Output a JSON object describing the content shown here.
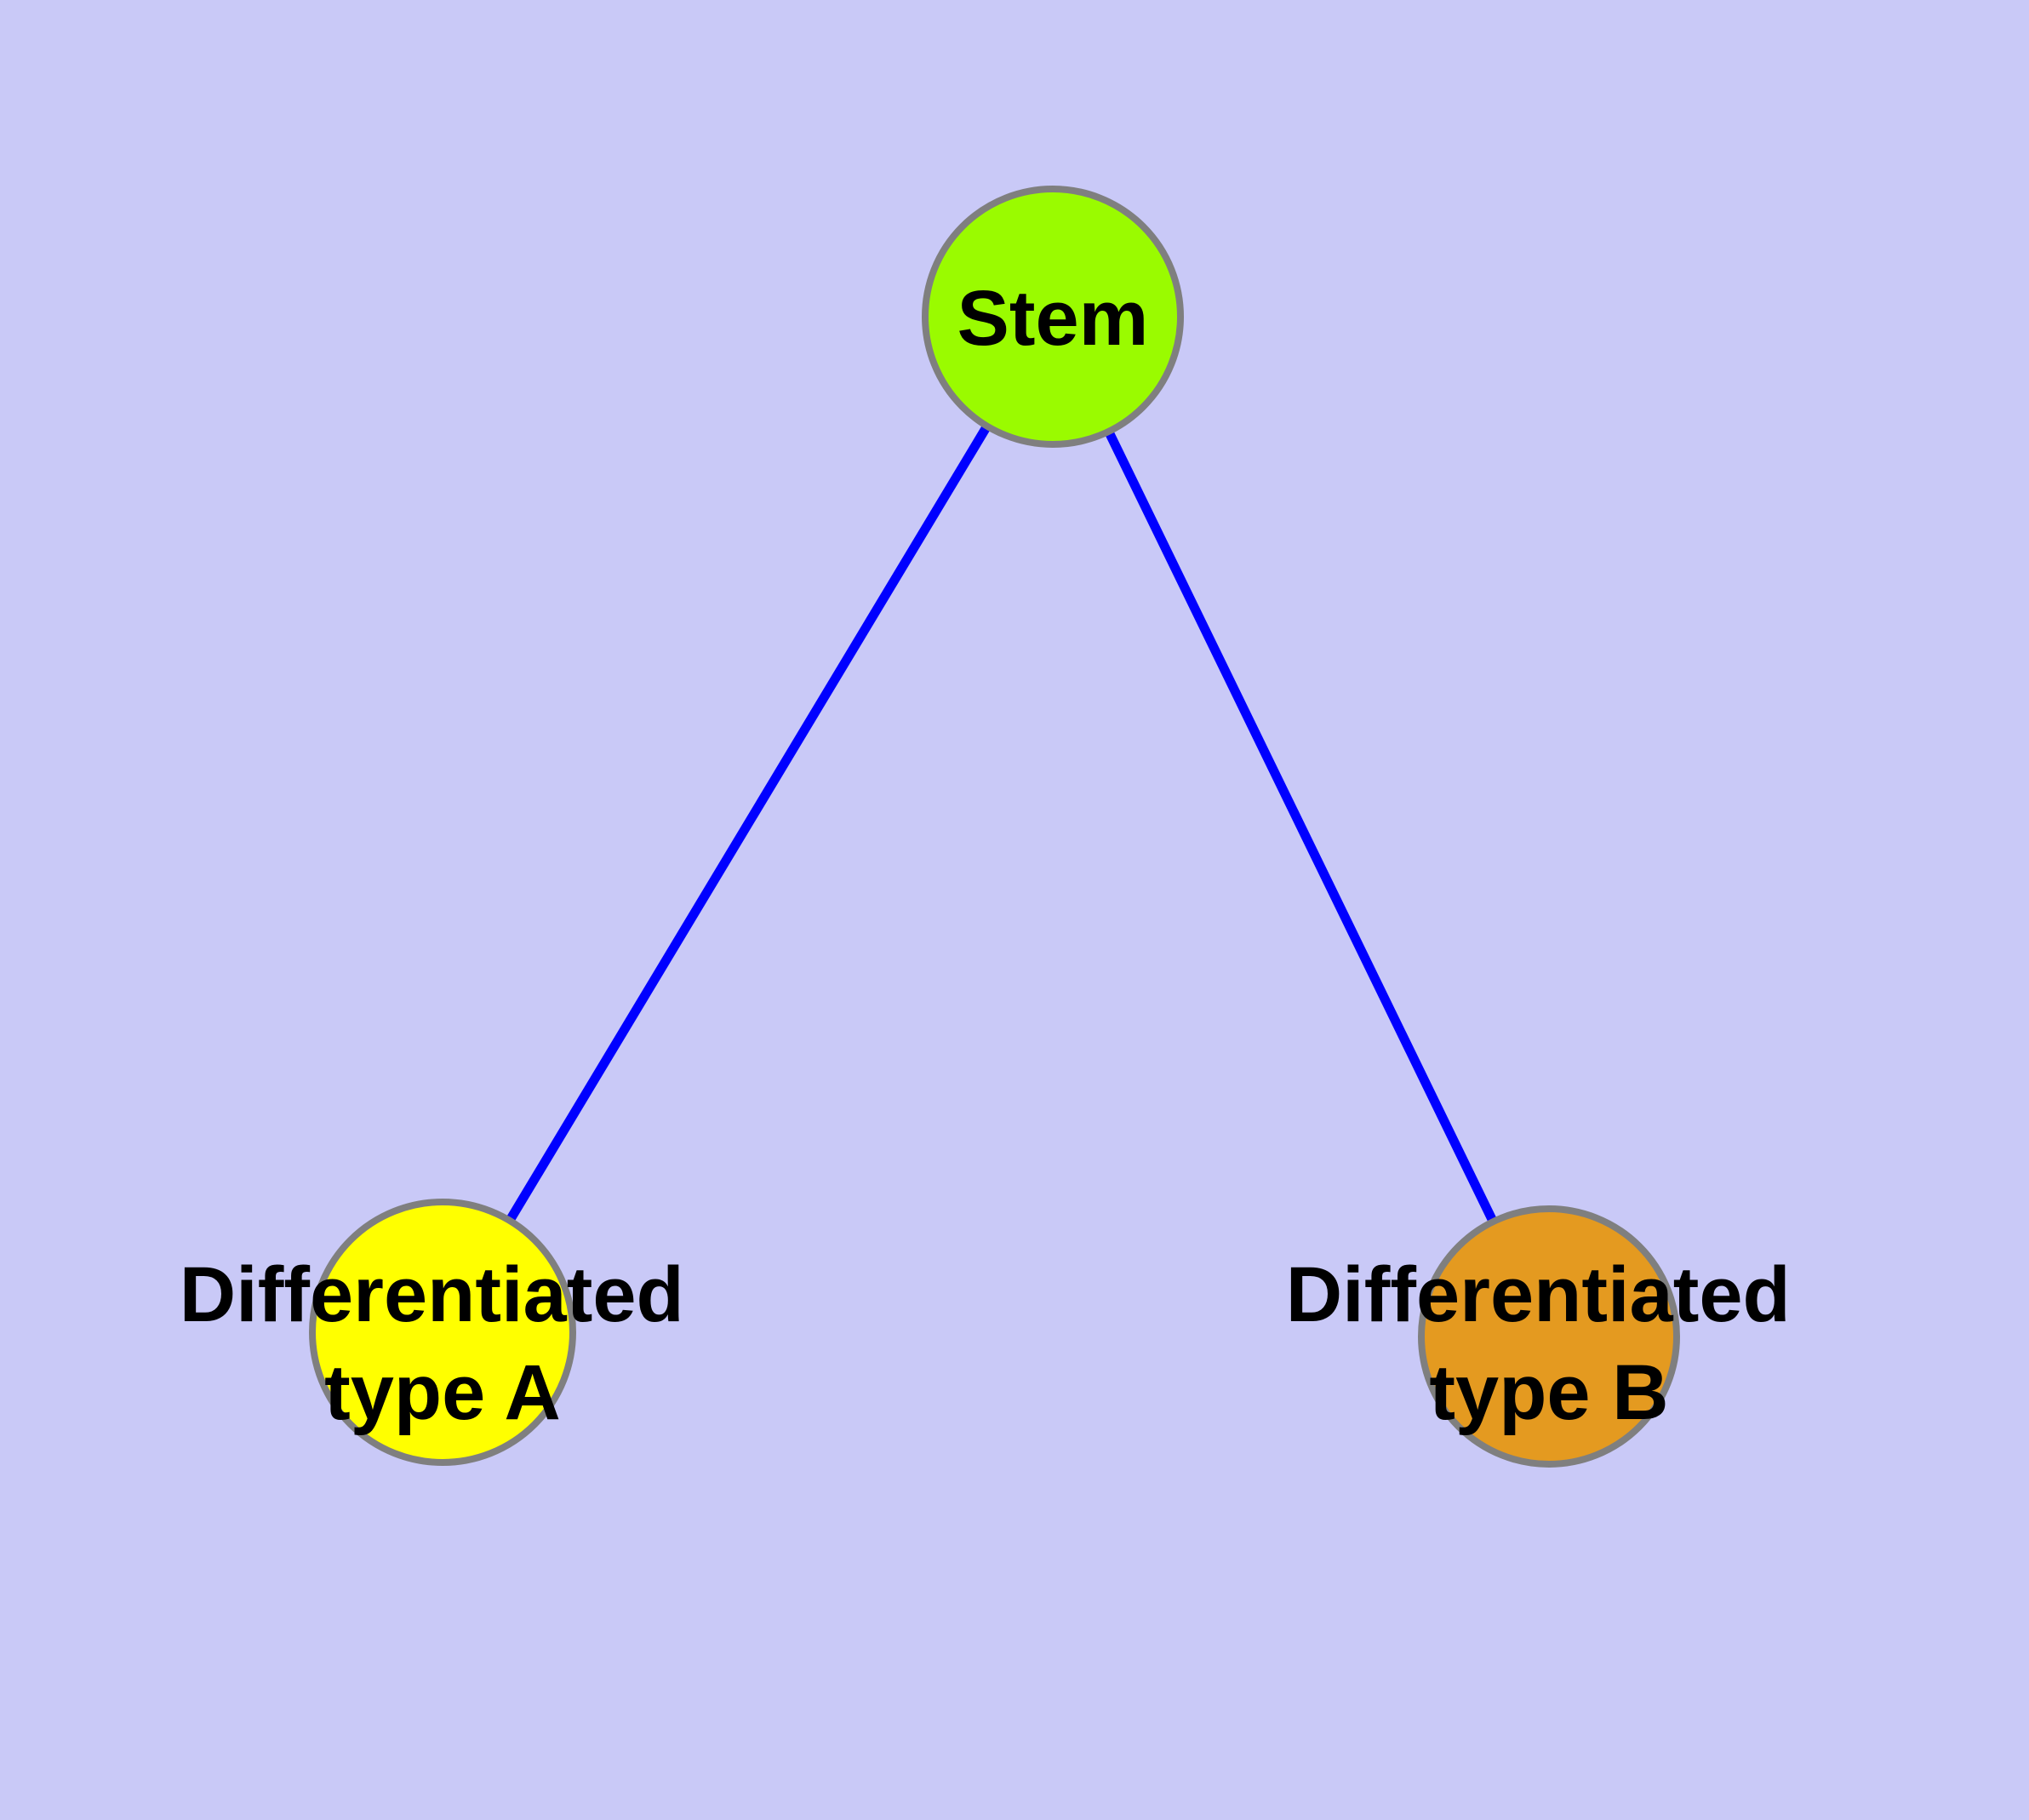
{
  "diagram": {
    "type": "graph",
    "background_color": "#c9c9f7",
    "edge_color": "#0000ff",
    "node_border_color": "#7f7f7f",
    "label_color": "#000000",
    "nodes": [
      {
        "id": "stem",
        "label": "Stem",
        "fill": "#9afb00",
        "shape": "circle"
      },
      {
        "id": "type-a",
        "label_line1": "Differentiated",
        "label_line2": "type A",
        "fill": "#ffff00",
        "shape": "circle"
      },
      {
        "id": "type-b",
        "label_line1": "Differentiated",
        "label_line2": "type B",
        "fill": "#e49a20",
        "shape": "circle"
      }
    ],
    "edges": [
      {
        "from": "Stem",
        "to": "Differentiated type A"
      },
      {
        "from": "Stem",
        "to": "Differentiated type B"
      }
    ]
  }
}
